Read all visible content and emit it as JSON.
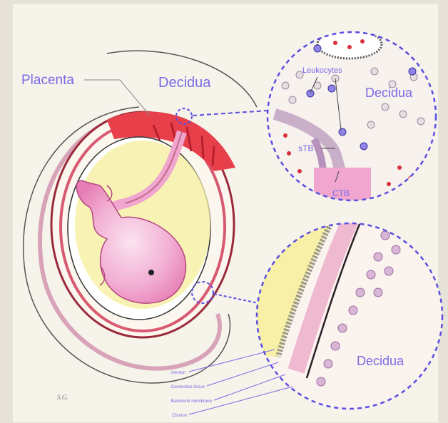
{
  "labels": {
    "placenta": "Placenta",
    "decidua_top": "Decidua",
    "decidua_circle1": "Decidua",
    "leukocytes": "Leukocytes",
    "stb": "sTB",
    "ctb": "CTB",
    "decidua_circle2": "Decidua",
    "amnion": "Amnion",
    "connective_tissue": "Connective tissue",
    "basement_membrane": "Basement membrane",
    "chorion": "Chorion",
    "signature": "S.G."
  },
  "colors": {
    "label": "#7a6ae6",
    "dash": "#5a4fe0",
    "placenta_red": "#e8404a",
    "embryo_pink": "#f0a6cf",
    "yolk": "#f6f0a2",
    "background": "#f5f3ea"
  }
}
